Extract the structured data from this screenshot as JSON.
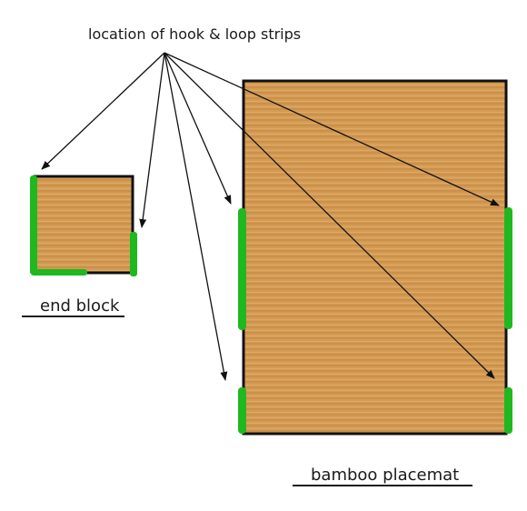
{
  "annotation": {
    "text": "location of hook & loop strips"
  },
  "labels": {
    "end_block": "end block",
    "placemat": "bamboo  placemat"
  },
  "colors": {
    "wood_light": "#d9a35c",
    "wood_dark": "#c7893e",
    "strip_green": "#1fb81f",
    "outline": "#111111",
    "arrow": "#111111"
  }
}
